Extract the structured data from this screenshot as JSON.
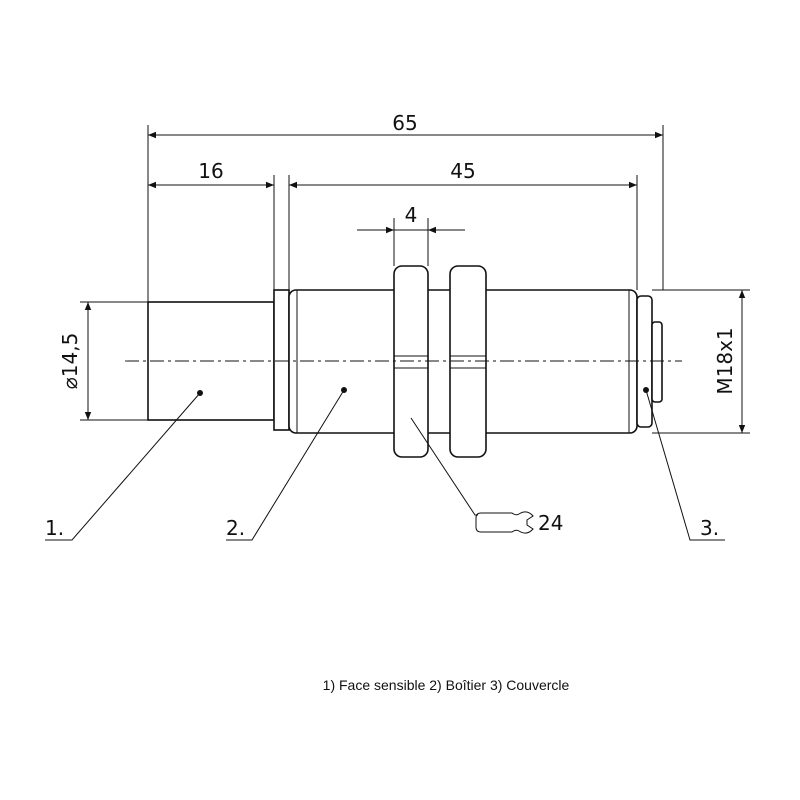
{
  "dimensions": {
    "overall_length": "65",
    "sensing_face_length": "16",
    "thread_length": "45",
    "nut_thickness": "4",
    "sensing_face_diameter": "⌀14,5",
    "thread_size": "M18x1",
    "wrench_size": "24"
  },
  "callouts": {
    "part1": "1.",
    "part2": "2.",
    "part3": "3."
  },
  "caption": "1) Face sensible  2) Boîtier  3) Couvercle",
  "icons": {
    "wrench": "open-end-wrench-icon"
  },
  "colors": {
    "line": "#111111",
    "background": "#ffffff"
  }
}
